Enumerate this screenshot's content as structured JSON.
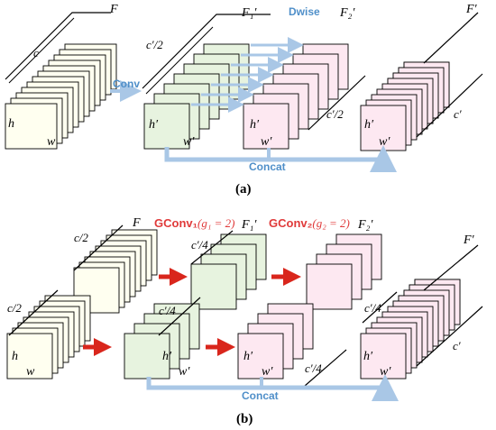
{
  "colors": {
    "input_fill": "#fffff0",
    "gconv1_fill": "#e7f3df",
    "gconv2_fill": "#fde8f1",
    "blue_arrow": "#a9c7e6",
    "blue_text": "#4f8fc9",
    "red_arrow": "#d9261c",
    "red_text": "#e03a3a",
    "stroke": "#000000"
  },
  "panel_a": {
    "caption": "(a)",
    "labels": {
      "F": "F",
      "F1": "F₁′",
      "F2": "F₂′",
      "Fprime": "F′",
      "c": "c",
      "c_half": "c′/2",
      "c_half_right": "c′/2",
      "c_prime": "c′",
      "h": "h",
      "w": "w",
      "h1": "h′",
      "w1": "w′",
      "h2": "h′",
      "w2": "w′",
      "h3": "h′",
      "w3": "w′"
    },
    "ops": {
      "conv": "Conv",
      "dwise": "Dwise",
      "concat": "Concat"
    }
  },
  "panel_b": {
    "caption": "(b)",
    "labels": {
      "F": "F",
      "F1": "F₁′",
      "F2": "F₂′",
      "Fprime": "F′",
      "c_half_top": "c/2",
      "c_half_bottom": "c/2",
      "c_q1": "c′/4",
      "c_q2": "c′/4",
      "c_q3": "c′/4",
      "c_q4": "c′/4",
      "c_prime": "c′",
      "h": "h",
      "w": "w",
      "h1": "h′",
      "w1": "w′",
      "h2": "h′",
      "w2": "w′",
      "h3": "h′",
      "w3": "w′"
    },
    "ops": {
      "gconv1_name": "GConv₁",
      "gconv1_param": "(g₁ = 2)",
      "gconv2_name": "GConv₂",
      "gconv2_param": "(g₂ = 2)",
      "concat": "Concat"
    }
  }
}
